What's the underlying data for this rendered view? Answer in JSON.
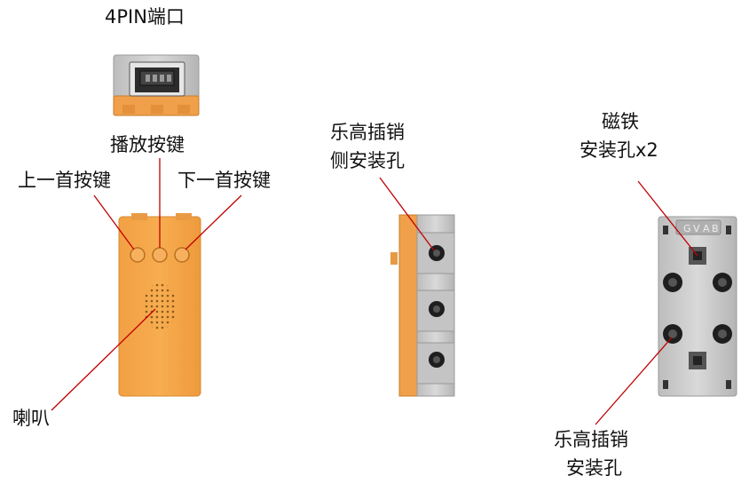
{
  "labels": {
    "port": "4PIN端口",
    "play_key": "播放按键",
    "prev_key": "上一首按键",
    "next_key": "下一首按键",
    "speaker": "喇叭",
    "lego_side_line1": "乐高插销",
    "lego_side_line2": "侧安装孔",
    "magnet_line1": "磁铁",
    "magnet_line2": "安装孔x2",
    "lego_back_line1": "乐高插销",
    "lego_back_line2": "安装孔",
    "pin_marks": [
      "G",
      "V",
      "A",
      "B"
    ]
  },
  "colors": {
    "module_orange": "#F5A542",
    "orange_dark": "#D9822B",
    "shell_gray": "#C8C8C8",
    "leader_line": "#C00000"
  }
}
